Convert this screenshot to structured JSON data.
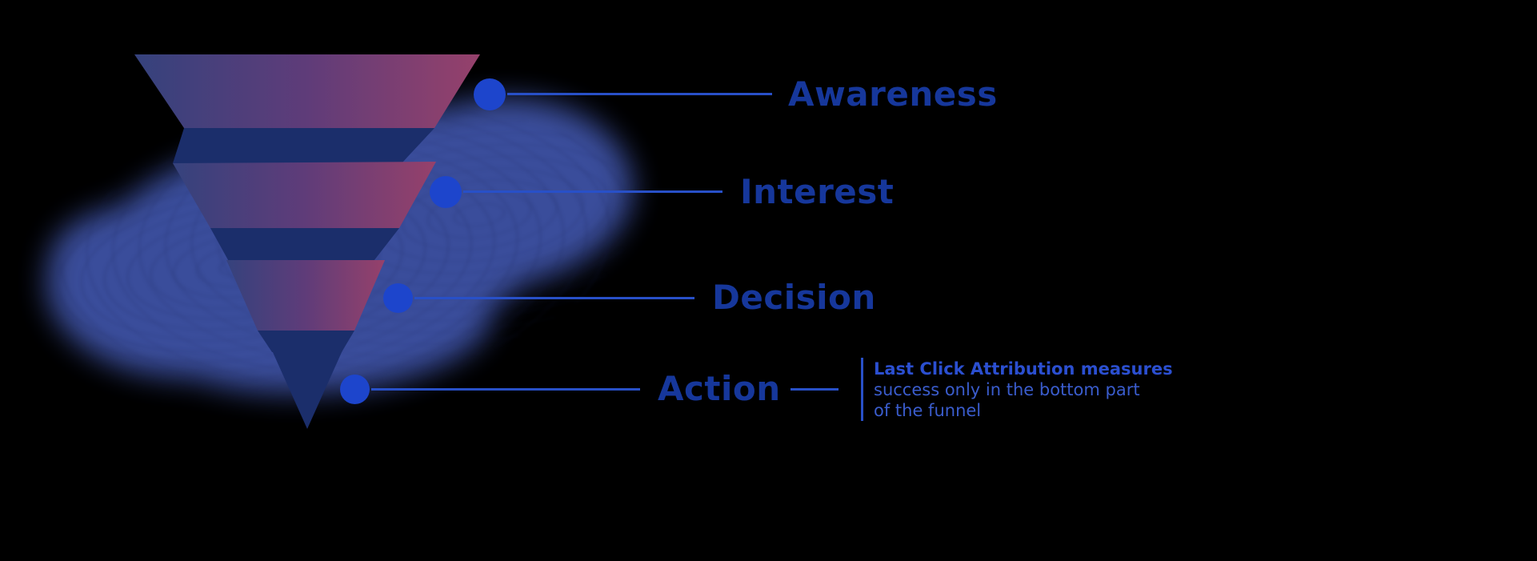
{
  "diagram": {
    "type": "marketing-funnel",
    "stages": [
      {
        "label": "Awareness"
      },
      {
        "label": "Interest"
      },
      {
        "label": "Decision"
      },
      {
        "label": "Action"
      }
    ],
    "annotation": {
      "bold": "Last Click Attribution measures",
      "line2": "success only in the bottom part",
      "line3": "of the funnel"
    },
    "colors": {
      "label_text": "#16379b",
      "dot": "#1d45cc",
      "line": "#2850c8",
      "annotation_bold": "#2b4fd0",
      "annotation_text": "#3a5ccc",
      "funnel_blue": "#35427d",
      "funnel_purple": "#5f3c79",
      "funnel_maroon": "#96416b",
      "funnel_dark": "#1b2e6b",
      "blob": "#3e52a4",
      "background": "#000000"
    }
  }
}
